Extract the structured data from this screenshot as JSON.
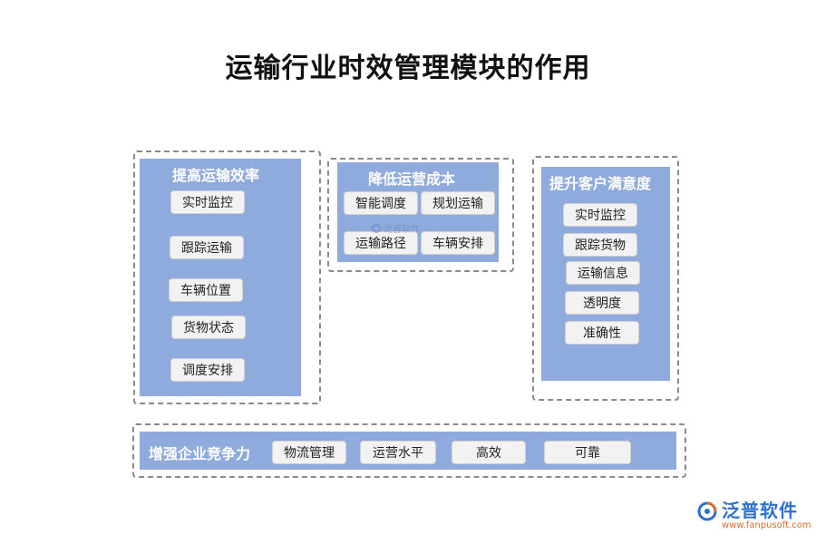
{
  "title": "运输行业时效管理模块的作用",
  "groups": {
    "efficiency": {
      "title": "提高运输效率",
      "items": [
        "实时监控",
        "跟踪运输",
        "车辆位置",
        "货物状态",
        "调度安排"
      ]
    },
    "cost": {
      "title": "降低运营成本",
      "items": [
        "智能调度",
        "规划运输",
        "运输路径",
        "车辆安排"
      ]
    },
    "satisfaction": {
      "title": "提升客户满意度",
      "items": [
        "实时监控",
        "跟踪货物",
        "运输信息",
        "透明度",
        "准确性"
      ]
    },
    "competitiveness": {
      "title": "增强企业竞争力",
      "items": [
        "物流管理",
        "运营水平",
        "高效",
        "可靠"
      ]
    }
  },
  "watermark": {
    "text": "泛普软件"
  },
  "logo": {
    "name": "泛普软件",
    "url": "www.fanpusoft.com",
    "icon": "fanpu-logo-icon"
  },
  "colors": {
    "panel": "#8faadc",
    "chip": "#f2f2f2",
    "dashed_border": "#8a8a8a",
    "logo_blue": "#2f6fcf",
    "logo_orange": "#e06a2a"
  }
}
